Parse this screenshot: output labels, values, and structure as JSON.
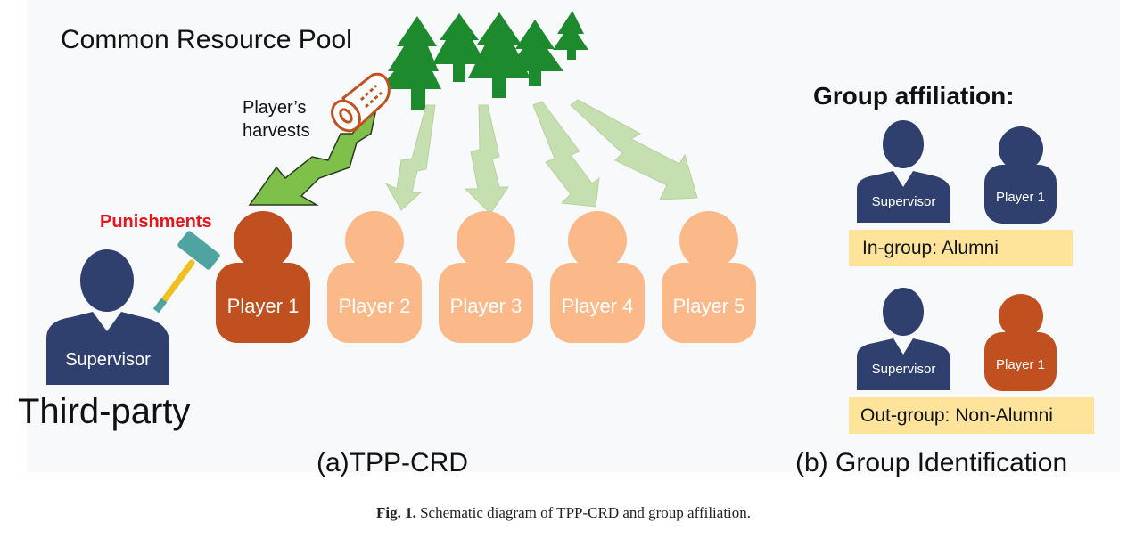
{
  "panel_a": {
    "pool_label": "Common Resource Pool",
    "harvest_label_line1": "Player’s",
    "harvest_label_line2": "harvests",
    "punishments_label": "Punishments",
    "supervisor_label": "Supervisor",
    "third_party_label": "Third-party",
    "players": [
      "Player 1",
      "Player 2",
      "Player 3",
      "Player 4",
      "Player 5"
    ],
    "subtitle": "(a)TPP-CRD"
  },
  "panel_b": {
    "title": "Group affiliation:",
    "in_group": {
      "supervisor": "Supervisor",
      "player": "Player 1",
      "label": "In-group:  Alumni"
    },
    "out_group": {
      "supervisor": "Supervisor",
      "player": "Player 1",
      "label": "Out-group: Non-Alumni"
    },
    "subtitle": "(b) Group Identification"
  },
  "caption": {
    "prefix": "Fig. 1.",
    "text": " Schematic diagram of TPP-CRD and group affiliation."
  },
  "colors": {
    "supervisor": "#2f3f6e",
    "player_focal": "#c0501f",
    "player_other": "#fbb888",
    "tree": "#1e8a2e",
    "harvest_arrow": "#7fc04a",
    "faded_arrow": "#c5dfb0",
    "label_box": "#fde49a",
    "punishments": "#e8141c"
  }
}
